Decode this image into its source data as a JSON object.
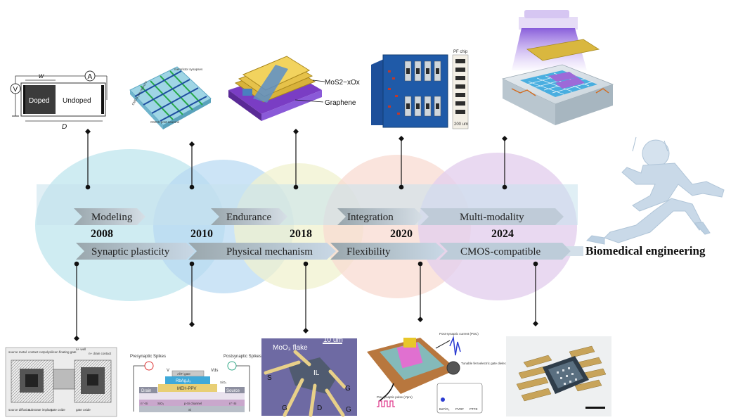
{
  "timeline": {
    "years": [
      "2008",
      "2010",
      "2018",
      "2020",
      "2024"
    ],
    "top_labels": [
      "Modeling",
      "Endurance",
      "Integration",
      "Multi-modality"
    ],
    "bottom_labels": [
      "Synaptic plasticity",
      "Physical mechanism",
      "Flexibility",
      "CMOS-compatible"
    ],
    "end_label": "Biomedical engineering"
  },
  "panel_memristor_model": {
    "w": "w",
    "D": "D",
    "doped": "Doped",
    "undoped": "Undoped",
    "voltmeter": "V",
    "ammeter": "A"
  },
  "panel_crossbar": {
    "top_label": "memristor synapses",
    "side_label": "CMOS pre-neurons",
    "bottom_label": "CMOS post-neurons"
  },
  "panel_mos2": {
    "material": "MoS2−xOx",
    "graphene": "Graphene"
  },
  "panel_pf_chip": {
    "chip_label": "PF chip",
    "scale": "200 um"
  },
  "panel_floating_gate": {
    "labels": [
      "source metal",
      "contact cut",
      "polysilicon floating gate",
      "n+ well",
      "n+ drain contact",
      "source diffusion",
      "substrate implant",
      "gate oxide",
      "gate oxide"
    ]
  },
  "panel_transistor": {
    "pre": "Presynaptic Spikes",
    "post": "Postsynaptic Spikes",
    "gate": "Al/Ti gate",
    "rbag": "RbAg₄I₅",
    "mehppv": "MEH-PPV",
    "drain": "Drain",
    "source": "Source",
    "sio2a": "SiO₂",
    "sio2b": "SiO₂",
    "channel": "p-Si channel",
    "nsi1": "n⁺-Si",
    "nsi2": "n⁺-Si",
    "si": "Si",
    "vg": "V",
    "vds": "Vds"
  },
  "panel_moo3": {
    "flake": "MoO₃ flake",
    "scale": "10 um",
    "il": "IL",
    "terminals": [
      "S",
      "G",
      "G",
      "D",
      "G"
    ]
  },
  "panel_ferroelectric": {
    "psc": "Post-synaptic current (PSC)",
    "layer": "Tunable ferroelectric gate dielectric layer",
    "pulse": "Pre-synaptic pulse (Vpre)",
    "materials": [
      "BaTiO₃",
      "PVDF",
      "PTFE"
    ]
  }
}
